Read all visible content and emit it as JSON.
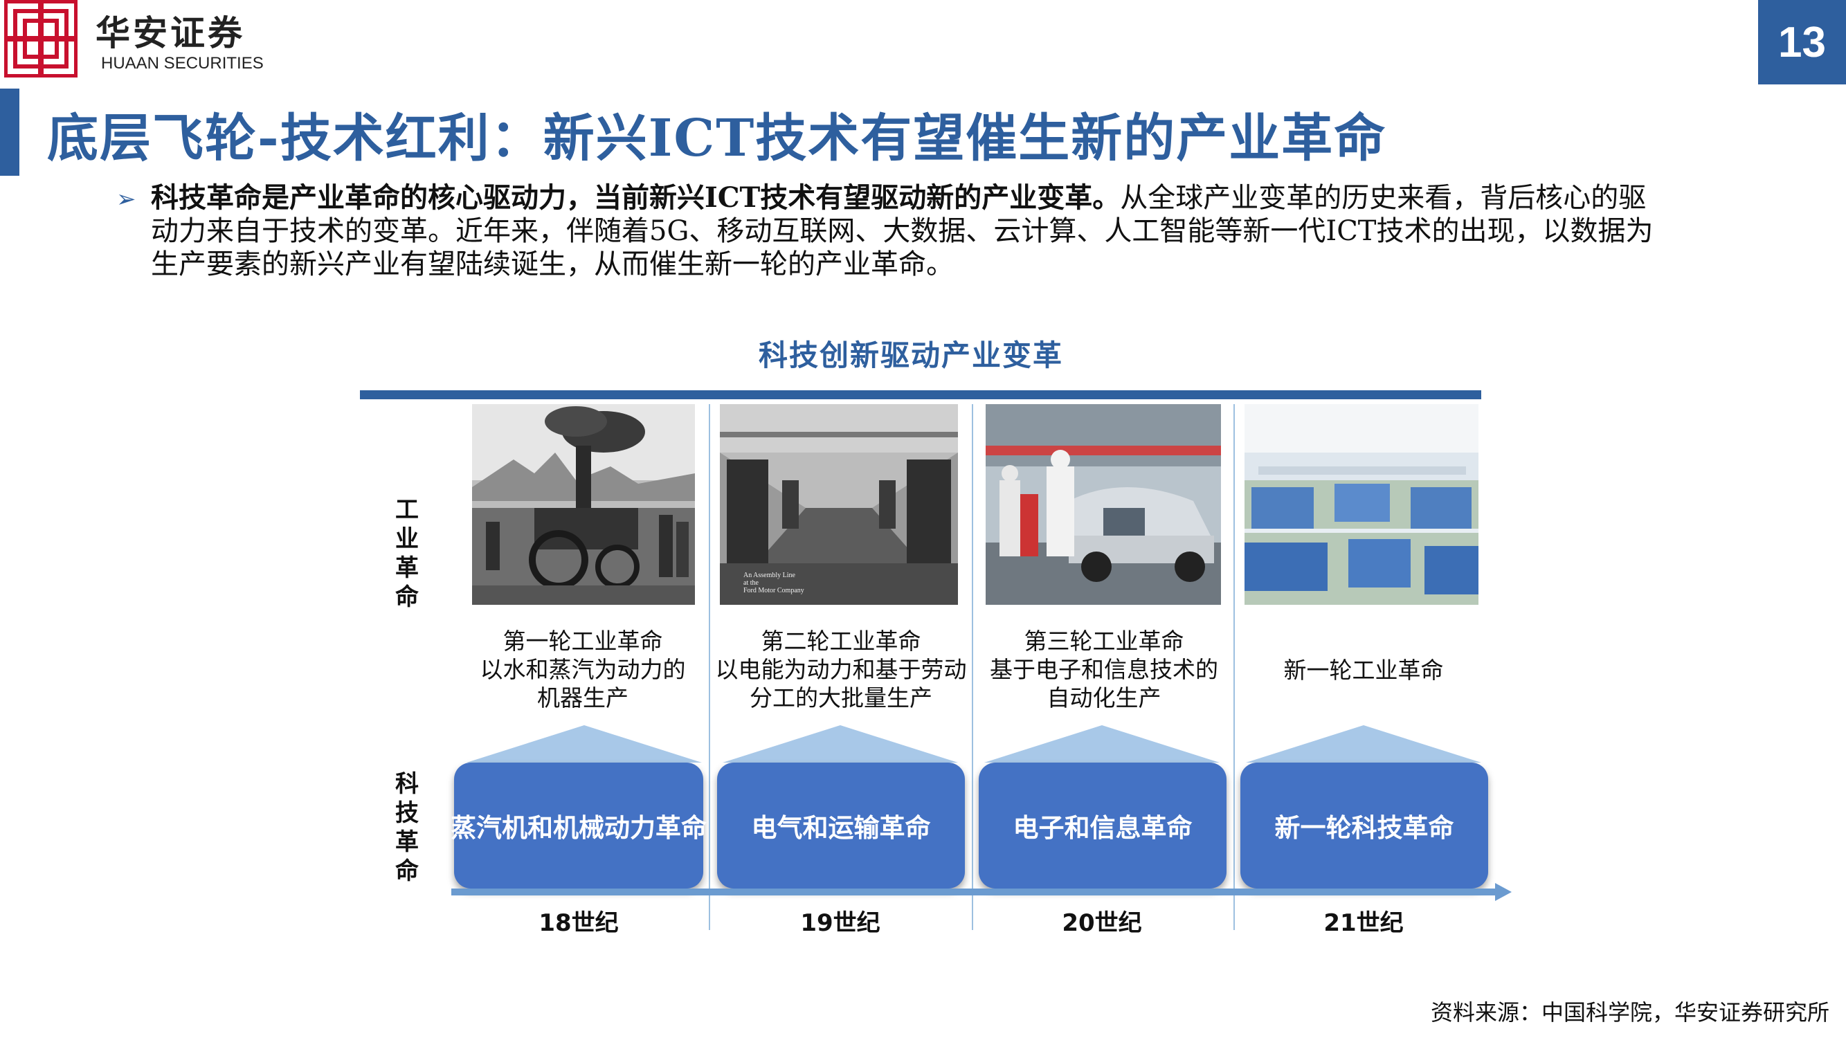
{
  "header": {
    "brand_cn": "华安证券",
    "brand_en": "HUAAN SECURITIES",
    "page_number": "13"
  },
  "title": "底层飞轮-技术红利：新兴ICT技术有望催生新的产业革命",
  "body": {
    "lead": "科技革命是产业革命的核心驱动力，当前新兴ICT技术有望驱动新的产业变革。",
    "rest": "从全球产业变革的历史来看，背后核心的驱动力来自于技术的变革。近年来，伴随着5G、移动互联网、大数据、云计算、人工智能等新一代ICT技术的出现，以数据为生产要素的新兴产业有望陆续诞生，从而催生新一轮的产业革命。"
  },
  "diagram": {
    "title": "科技创新驱动产业变革",
    "row_labels": {
      "industrial": "工\n业\n革\n命",
      "technology": "科\n技\n革\n命"
    },
    "eras": [
      {
        "industrial_caption": "第一轮工业革命\n以水和蒸汽为动力的\n机器生产",
        "tech_revolution": "蒸汽机和机械动力革命",
        "century": "18世纪",
        "photo": "steam-locomotive-engraving"
      },
      {
        "industrial_caption": "第二轮工业革命\n以电能为动力和基于劳动\n分工的大批量生产",
        "tech_revolution": "电气和运输革命",
        "century": "19世纪",
        "photo": "ford-assembly-line",
        "photo_caption": "An Assembly Line\nat the\nFord Motor Company"
      },
      {
        "industrial_caption": "第三轮工业革命\n基于电子和信息技术的\n自动化生产",
        "tech_revolution": "电子和信息革命",
        "century": "20世纪",
        "photo": "car-factory-workers"
      },
      {
        "industrial_caption": "新一轮工业革命",
        "tech_revolution": "新一轮科技革命",
        "century": "21世纪",
        "photo": "smart-factory-floor"
      }
    ]
  },
  "source": "资料来源：中国科学院，华安证券研究所",
  "colors": {
    "brand_blue": "#2e5f9e",
    "box_blue": "#4472c4",
    "triangle_blue": "#a8c8e8",
    "logo_red": "#c8102e"
  }
}
